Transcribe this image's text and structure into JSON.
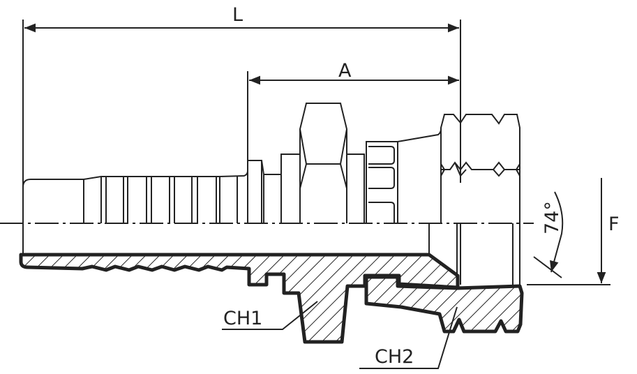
{
  "drawing": {
    "dimensions": {
      "overall_length": "L",
      "insert_length": "A",
      "height": "F",
      "angle": "74°"
    },
    "callouts": {
      "hex_body": "CH1",
      "hex_nut": "CH2"
    }
  }
}
